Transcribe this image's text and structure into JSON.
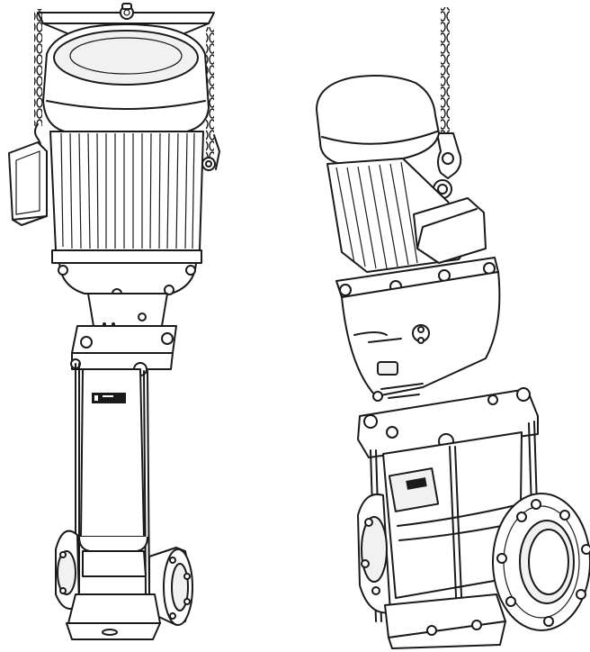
{
  "figures": [
    {
      "name": "pump-vertical-lifting-by-motor",
      "parts": [
        "lifting-beam",
        "lifting-chains",
        "motor",
        "terminal-box",
        "coupling-guard",
        "pump-chimney",
        "inlet-flange",
        "outlet-flange",
        "base-plate"
      ]
    },
    {
      "name": "pump-tilted-lifting-by-eye",
      "parts": [
        "lifting-chain",
        "lifting-hook",
        "motor",
        "terminal-box",
        "motor-stool",
        "pump-chimney",
        "inlet-flange",
        "outlet-flange",
        "base-plate"
      ]
    }
  ],
  "colors": {
    "line": "#1a1a1a",
    "fill": "#ffffff",
    "shade": "#f1f1f1"
  }
}
